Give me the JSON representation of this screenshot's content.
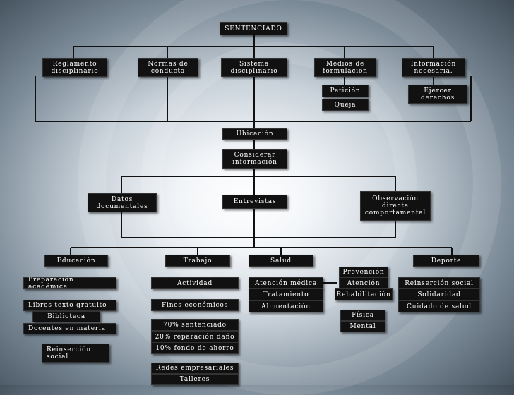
{
  "root": "SENTENCIADO",
  "level1": {
    "reglamento": "Reglamento\ndisciplinario",
    "normas": "Normas de\nconducta",
    "sistema": "Sistema\ndisciplinario",
    "medios": "Medios de\nformulación",
    "informacion": "Información\nnecesaria."
  },
  "medios_items": [
    "Petición",
    "Queja"
  ],
  "informacion_items": [
    "Ejercer\nderechos"
  ],
  "ubicacion": "Ubicación",
  "considerar": "Considerar\ninformación",
  "sources": {
    "datos": "Datos\ndocumentales",
    "entrevistas": "Entrevistas",
    "observacion": "Observación\ndirecta\ncomportamental"
  },
  "areas": {
    "educacion": "Educación",
    "trabajo": "Trabajo",
    "salud": "Salud",
    "deporte": "Deporte"
  },
  "educacion_items": {
    "preparacion": "Preparación académica",
    "libros": "Libros texto gratuito",
    "biblioteca": "Biblioteca",
    "docentes": "Docentes en materia",
    "reinsercion": "Reinserción\nsocial"
  },
  "trabajo_items": {
    "actividad": "Actividad",
    "fines": "Fines económicos",
    "sentenciado": "70% sentenciado",
    "reparacion": "20% reparación daño",
    "fondo": "10% fondo de ahorro",
    "redes": "Redes empresariales",
    "talleres": "Talleres"
  },
  "salud_items": {
    "atencion_medica": "Atención médica",
    "tratamiento": "Tratamiento",
    "alimentacion": "Alimentación",
    "prevencion": "Prevención",
    "atencion": "Atención",
    "rehabilitacion": "Rehabilitación",
    "fisica": "Física",
    "mental": "Mental"
  },
  "deporte_items": {
    "reinsercion": "Reinserción social",
    "solidaridad": "Solidaridad",
    "cuidado": "Cuidado de salud"
  }
}
